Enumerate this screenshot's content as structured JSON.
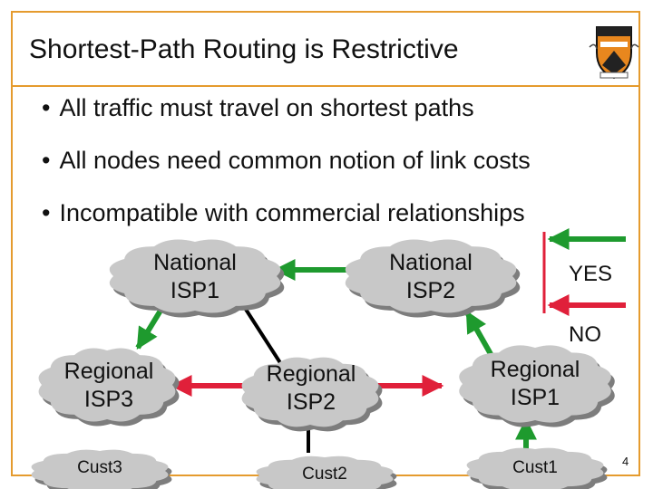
{
  "slide": {
    "title": "Shortest-Path Routing is Restrictive",
    "page_number": "4"
  },
  "bullets": [
    "All traffic must travel on shortest paths",
    "All nodes need common notion of link costs",
    "Incompatible with commercial relationships"
  ],
  "nodes": {
    "national_isp1": {
      "line1": "National",
      "line2": "ISP1"
    },
    "national_isp2": {
      "line1": "National",
      "line2": "ISP2"
    },
    "regional_isp3": {
      "line1": "Regional",
      "line2": "ISP3"
    },
    "regional_isp2": {
      "line1": "Regional",
      "line2": "ISP2"
    },
    "regional_isp1": {
      "line1": "Regional",
      "line2": "ISP1"
    },
    "cust3": {
      "line1": "Cust3"
    },
    "cust2": {
      "line1": "Cust2"
    },
    "cust1": {
      "line1": "Cust1"
    }
  },
  "legend": {
    "yes_label": "YES",
    "no_label": "NO",
    "yes_color": "#1e9a2e",
    "no_color": "#e0203a"
  },
  "colors": {
    "frame": "#e59b2e",
    "cloud_fill": "#c8c8c8",
    "cloud_shadow": "#7d7d7d",
    "link": "#000000"
  }
}
